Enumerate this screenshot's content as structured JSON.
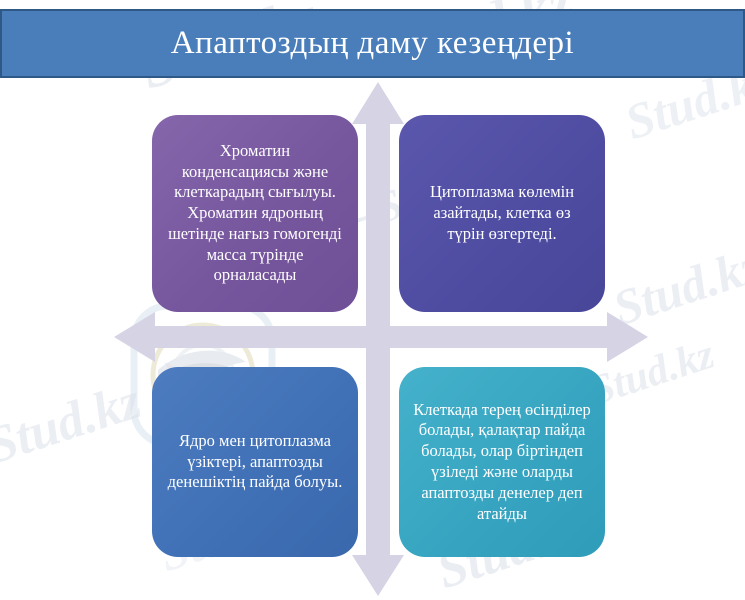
{
  "header": {
    "title": "Апаптоздың даму кезеңдері",
    "background_color": "#4a7ebb",
    "border_color": "#2e5986",
    "text_color": "#ffffff"
  },
  "diagram": {
    "type": "four-quadrant-matrix",
    "arrow_color": "#d5d3e4",
    "axes": {
      "vertical": "double-headed-vertical-arrow",
      "horizontal": "double-headed-horizontal-arrow"
    },
    "quadrants": [
      {
        "position": "top-left",
        "color": "#7c5ca3",
        "text": "Хроматин конденсациясы және клеткарадың сығылуы. Хроматин ядроның шетінде нағыз гомогенді масса түрінде орналасады"
      },
      {
        "position": "top-right",
        "color": "#514fa4",
        "text": "Цитоплазма көлемін азайтады, клетка өз түрін өзгертеді."
      },
      {
        "position": "bottom-left",
        "color": "#4272b8",
        "text": "Ядро мен цитоплазма үзіктері, апаптозды денешіктің пайда болуы."
      },
      {
        "position": "bottom-right",
        "color": "#3aa9c4",
        "text": "Клеткада терең өсінділер болады, қалақтар пайда болады, олар біртіндеп үзіледі және оларды апаптозды денелер деп атайды"
      }
    ]
  },
  "watermarks": {
    "label": "Stud.kz",
    "label_long": "Stud.kz - Stud.kz",
    "color": "#d9dfe8",
    "logo_name": "stud-kz-bird-logo"
  }
}
